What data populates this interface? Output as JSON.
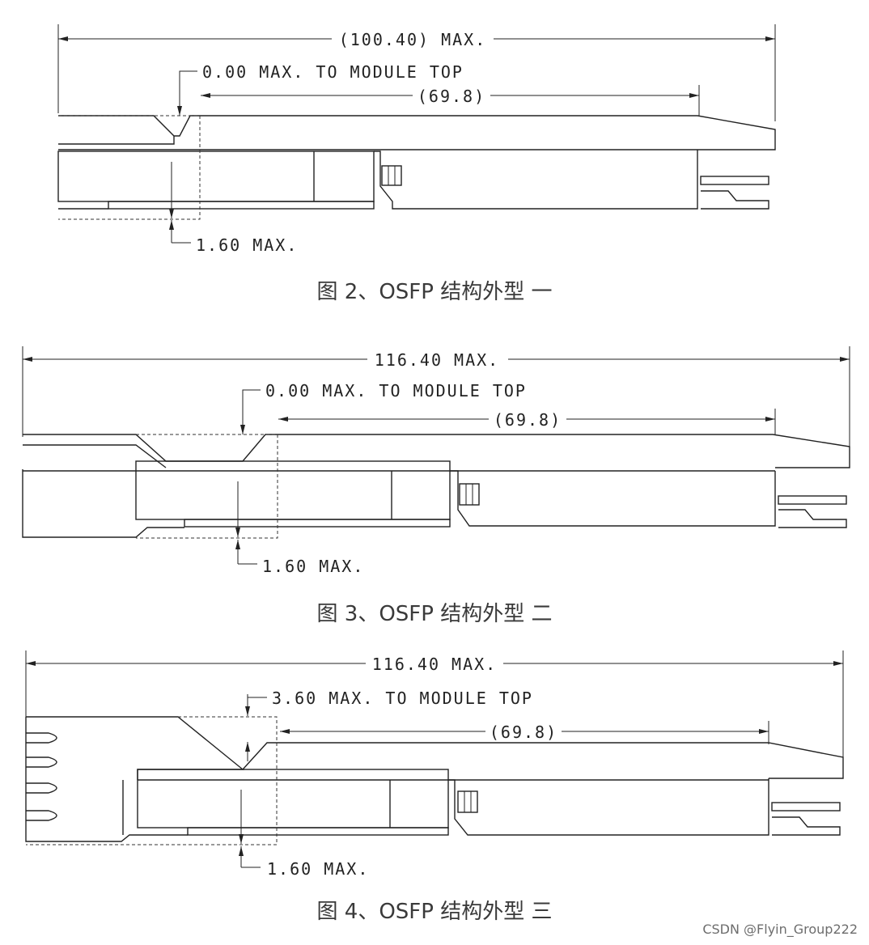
{
  "figures": [
    {
      "caption": "图 2、OSFP 结构外型 一",
      "overall_length": "(100.40) MAX.",
      "top_clearance": "0.00 MAX. TO MODULE TOP",
      "housing_length": "(69.8)",
      "bottom_clearance": "1.60 MAX."
    },
    {
      "caption": "图 3、OSFP 结构外型 二",
      "overall_length": "116.40 MAX.",
      "top_clearance": "0.00 MAX. TO MODULE TOP",
      "housing_length": "(69.8)",
      "bottom_clearance": "1.60 MAX."
    },
    {
      "caption": "图 4、OSFP 结构外型 三",
      "overall_length": "116.40 MAX.",
      "top_clearance": "3.60 MAX. TO MODULE TOP",
      "housing_length": "(69.8)",
      "bottom_clearance": "1.60 MAX."
    }
  ],
  "watermark": "CSDN @Flyin_Group222"
}
